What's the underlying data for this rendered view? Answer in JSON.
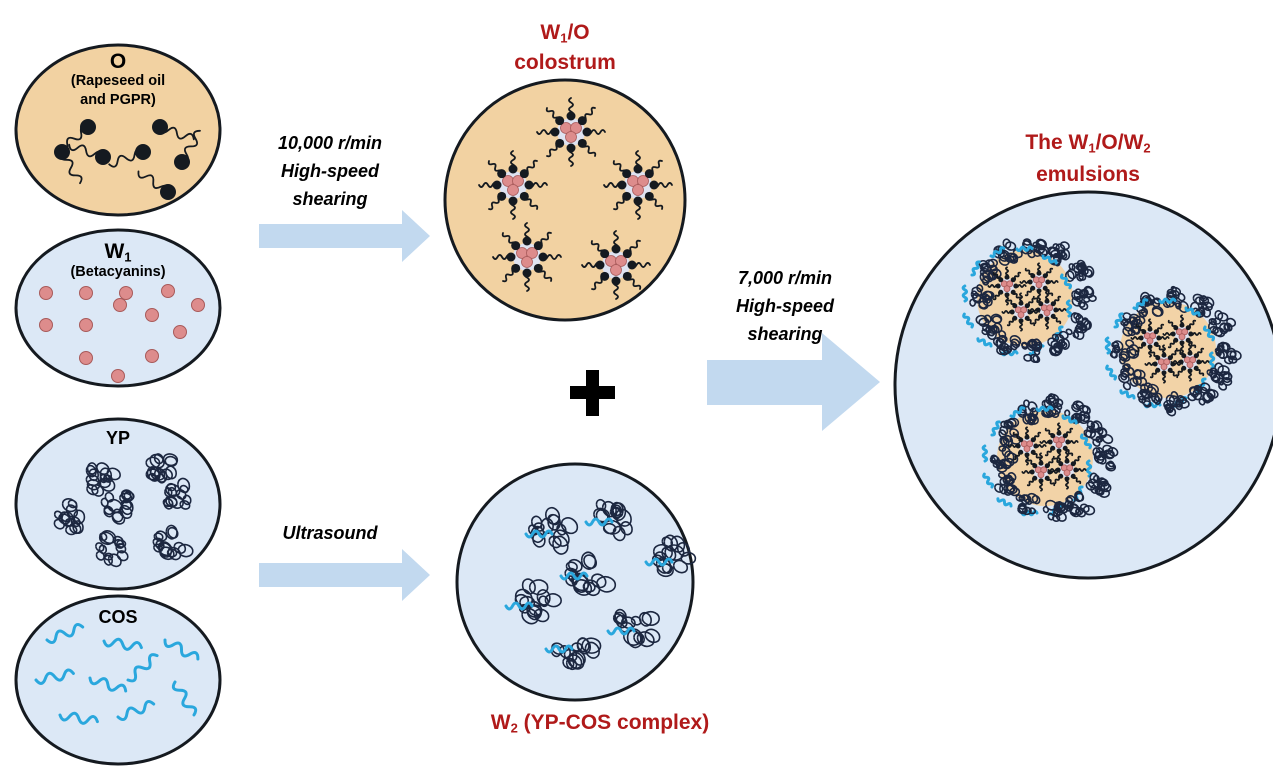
{
  "colors": {
    "oil": "#f2d2a2",
    "water": "#dce8f6",
    "outline": "#151a20",
    "red_label": "#b01a1a",
    "arrow": "#c2d9ef",
    "droplet": "#dd8c8c",
    "droplet_edge": "#a85a5a",
    "cos_strand": "#2aa7dd",
    "yp_coil": "#1c2740"
  },
  "left_panel": {
    "oil_title": "O",
    "oil_desc_line1": "(Rapeseed oil",
    "oil_desc_line2": "and PGPR)",
    "w1_title_main": "W",
    "w1_title_sub": "1",
    "w1_desc": "(Betacyanins)",
    "yp_title": "YP",
    "cos_title": "COS"
  },
  "steps": {
    "shear1_line1": "10,000 r/min",
    "shear1_line2": "High-speed",
    "shear1_line3": "shearing",
    "ultrasound": "Ultrasound",
    "shear2_line1": "7,000 r/min",
    "shear2_line2": "High-speed",
    "shear2_line3": "shearing",
    "plus": "+"
  },
  "middle_panel": {
    "w1o_line1_main": "W",
    "w1o_line1_sub": "1",
    "w1o_line1_rest": "/O",
    "w1o_line2": "colostrum",
    "w2_main": "W",
    "w2_sub": "2",
    "w2_rest": " (YP-COS complex)"
  },
  "right_panel": {
    "title_p1": "The W",
    "title_sub1": "1",
    "title_p2": "/O/W",
    "title_sub2": "2",
    "title_line2": "emulsions"
  }
}
